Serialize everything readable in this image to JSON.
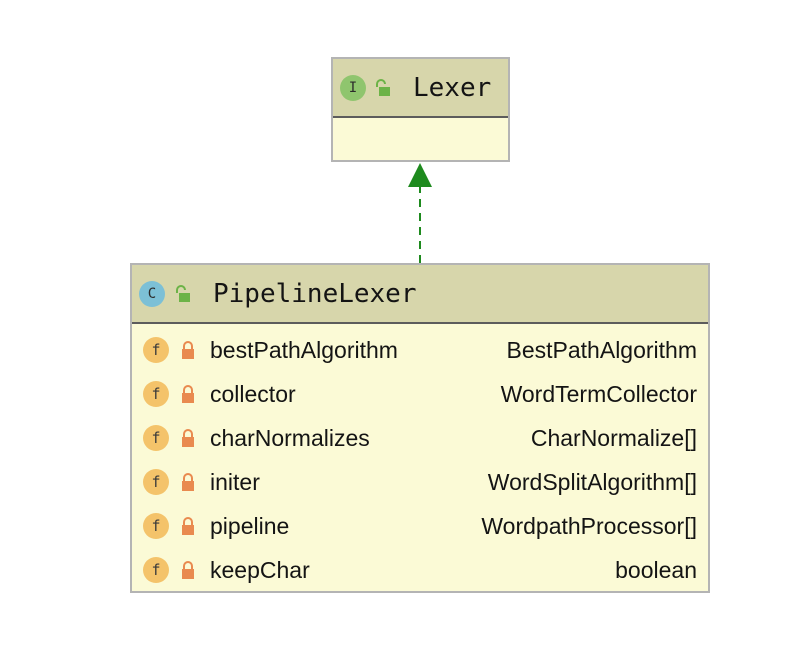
{
  "diagram": {
    "interface": {
      "kind_letter": "I",
      "name": "Lexer"
    },
    "class": {
      "kind_letter": "C",
      "name": "PipelineLexer",
      "field_letter": "f",
      "fields": [
        {
          "name": "bestPathAlgorithm",
          "type": "BestPathAlgorithm"
        },
        {
          "name": "collector",
          "type": "WordTermCollector"
        },
        {
          "name": "charNormalizes",
          "type": "CharNormalize[]"
        },
        {
          "name": "initer",
          "type": "WordSplitAlgorithm[]"
        },
        {
          "name": "pipeline",
          "type": "WordpathProcessor[]"
        },
        {
          "name": "keepChar",
          "type": "boolean"
        }
      ]
    },
    "relationship": "implements",
    "colors": {
      "header_bg": "#d7d6ab",
      "body_bg": "#fbfad6",
      "border": "#b4b4b4",
      "interface_badge": "#8fc56e",
      "class_badge": "#7cc0d6",
      "field_badge": "#f4c36a",
      "private_lock": "#e98a4f",
      "public_lock": "#6cb347",
      "arrow": "#1e8a1e"
    }
  }
}
